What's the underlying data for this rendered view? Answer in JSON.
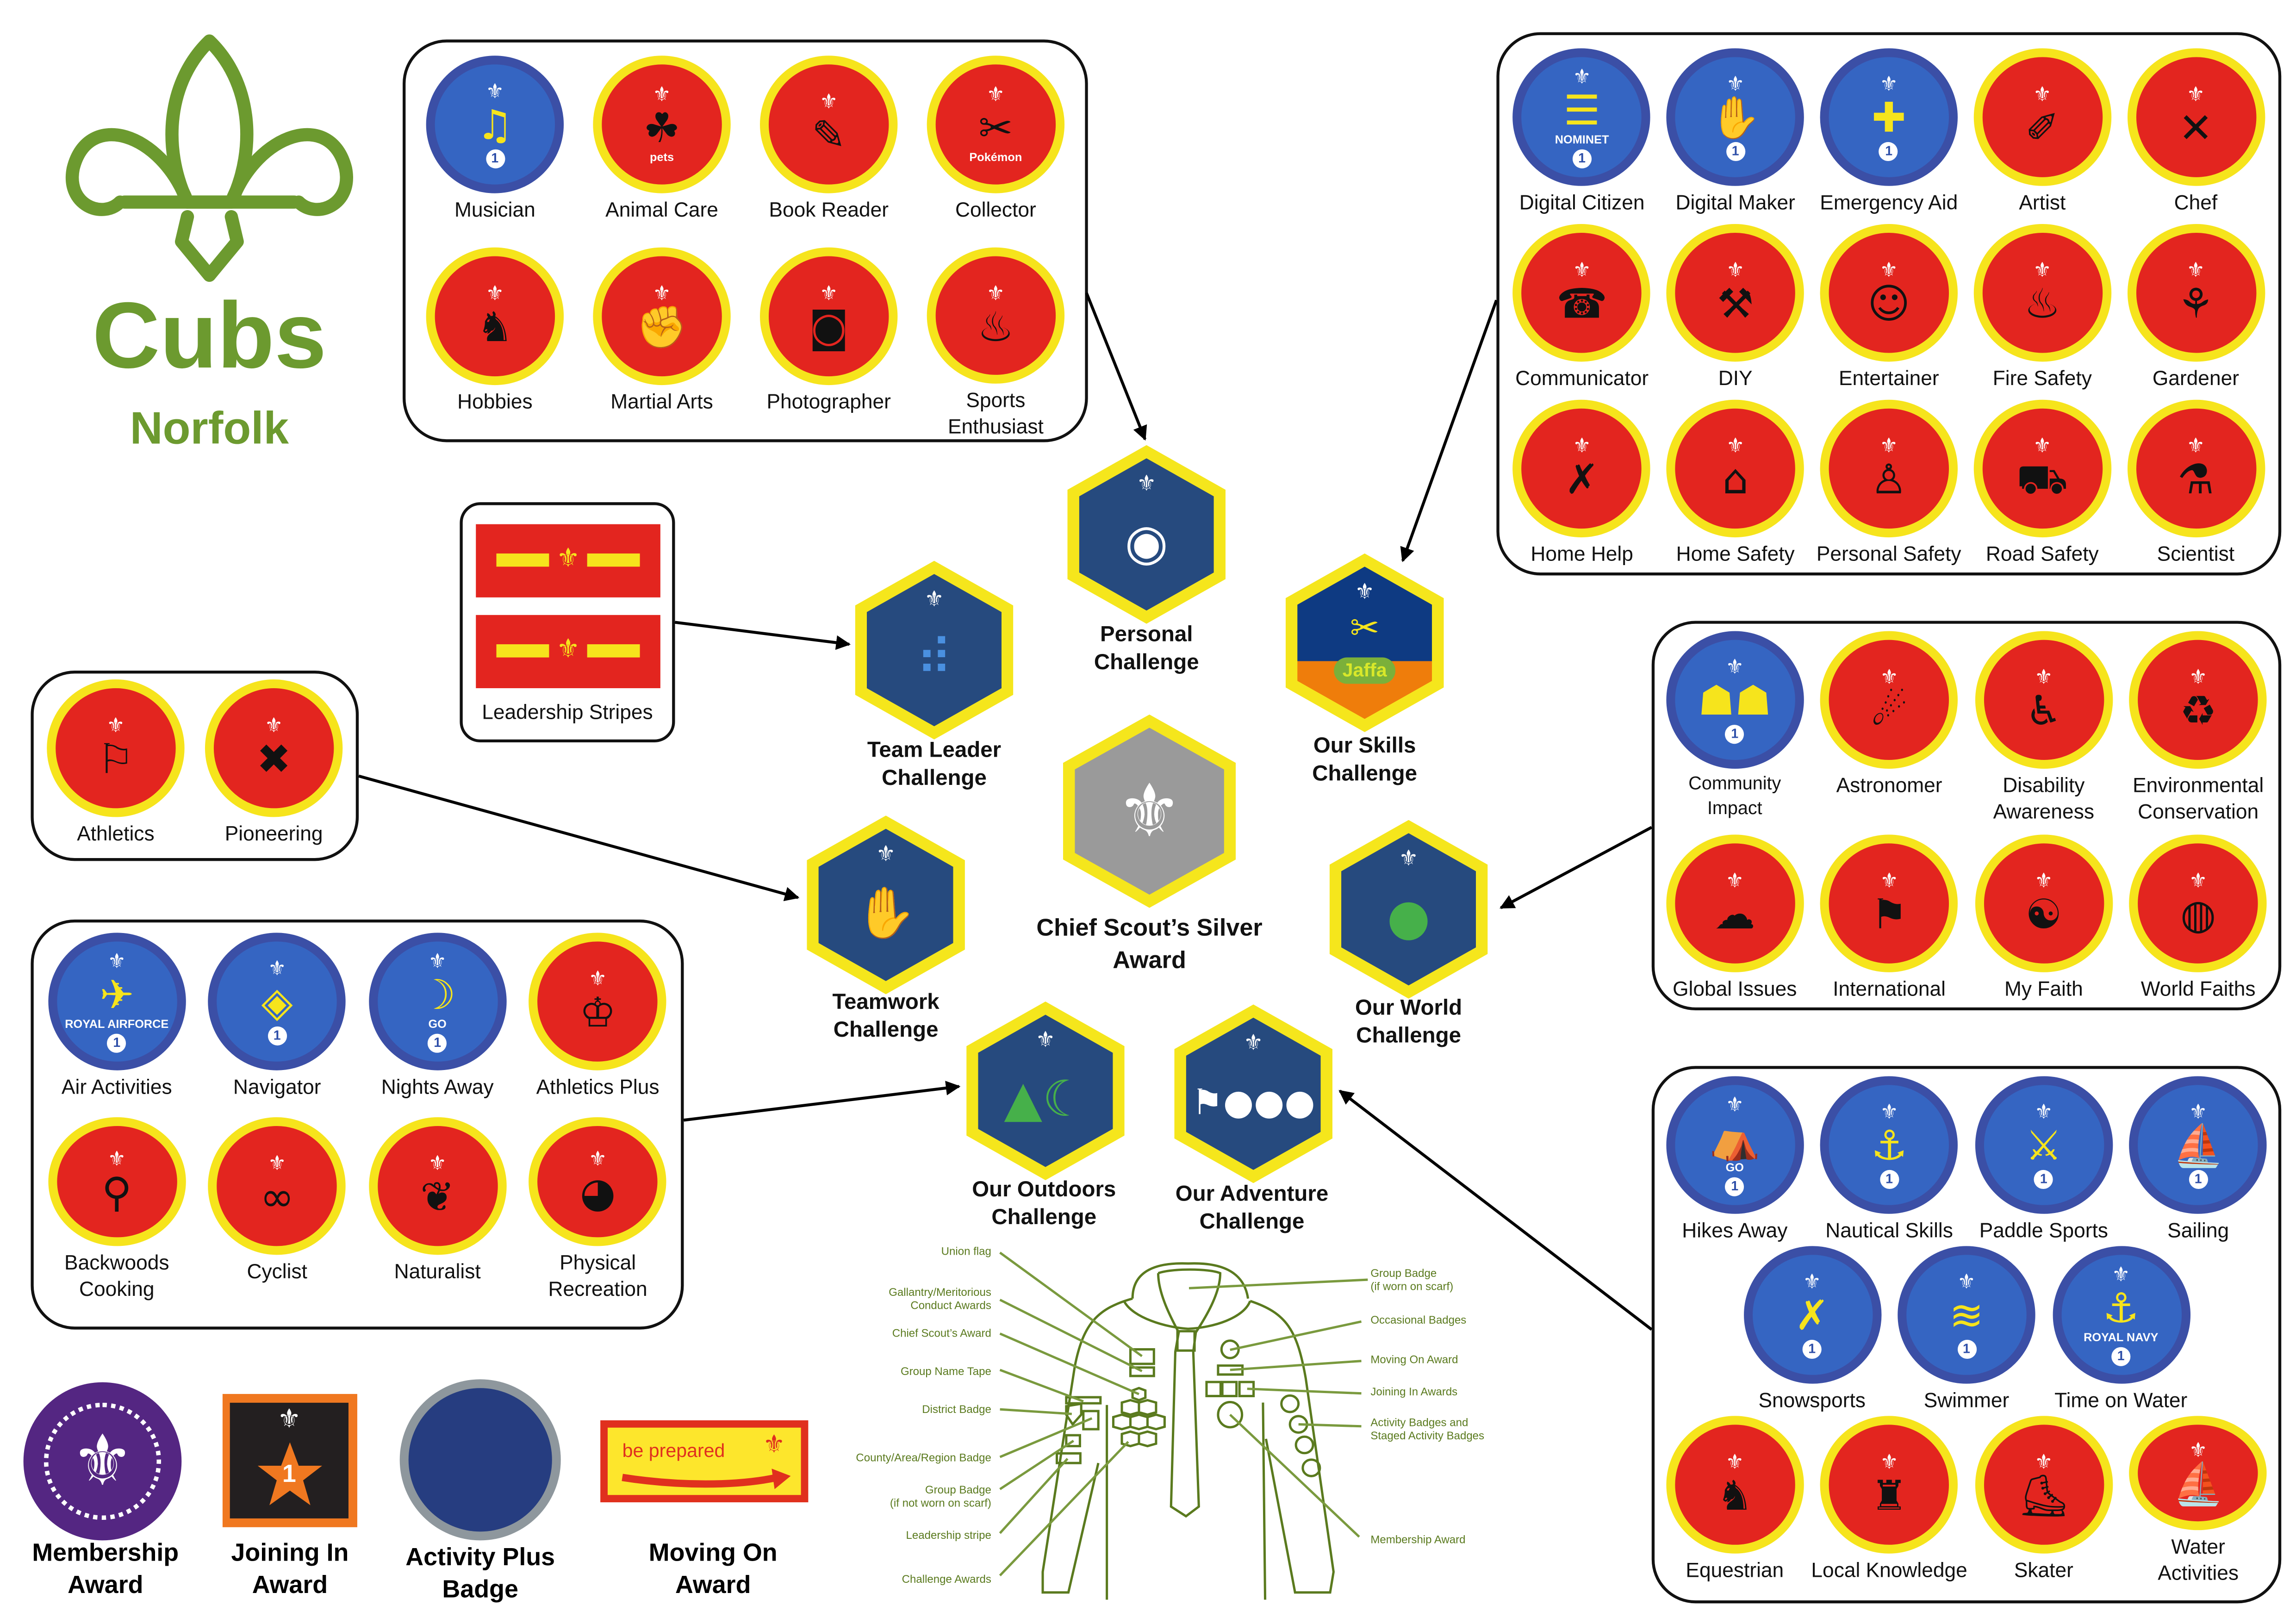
{
  "logo": {
    "title": "Cubs",
    "subtitle": "Norfolk"
  },
  "colors": {
    "brand_green": "#6c9a2f",
    "activity_red": "#e3251f",
    "ring_yellow": "#f6e41c",
    "staged_blue": "#3565c2",
    "hex_navy": "#264a7e"
  },
  "groups": {
    "top": {
      "badges": [
        {
          "label": "Musician",
          "icon": "music-icon",
          "kind": "staged",
          "stage": "1"
        },
        {
          "label": "Animal Care",
          "icon": "paw-icon",
          "logo": "pets"
        },
        {
          "label": "Book Reader",
          "icon": "book-icon"
        },
        {
          "label": "Collector",
          "icon": "scissors-icon",
          "logo": "Pokémon"
        },
        {
          "label": "Hobbies",
          "icon": "horse-icon"
        },
        {
          "label": "Martial Arts",
          "icon": "fist-icon"
        },
        {
          "label": "Photographer",
          "icon": "camera-icon"
        },
        {
          "label": "Sports\nEnthusiast",
          "icon": "torch-icon"
        }
      ]
    },
    "top_right": {
      "badges": [
        {
          "label": "Digital Citizen",
          "icon": "wifi-icon",
          "kind": "staged",
          "stage": "1",
          "logo": "NOMINET"
        },
        {
          "label": "Digital Maker",
          "icon": "bulb-icon",
          "kind": "staged",
          "stage": "1"
        },
        {
          "label": "Emergency Aid",
          "icon": "first-aid-icon",
          "kind": "staged",
          "stage": "1"
        },
        {
          "label": "Artist",
          "icon": "brush-icon"
        },
        {
          "label": "Chef",
          "icon": "utensils-icon"
        },
        {
          "label": "Communicator",
          "icon": "phone-icon"
        },
        {
          "label": "DIY",
          "icon": "hammer-icon"
        },
        {
          "label": "Entertainer",
          "icon": "masks-icon"
        },
        {
          "label": "Fire Safety",
          "icon": "fire-icon"
        },
        {
          "label": "Gardener",
          "icon": "fork-icon"
        },
        {
          "label": "Home Help",
          "icon": "broom-icon"
        },
        {
          "label": "Home Safety",
          "icon": "house-icon"
        },
        {
          "label": "Personal Safety",
          "icon": "person-icon"
        },
        {
          "label": "Road Safety",
          "icon": "car-icon"
        },
        {
          "label": "Scientist",
          "icon": "flask-icon"
        }
      ]
    },
    "athletics": {
      "badges": [
        {
          "label": "Athletics",
          "icon": "runner-icon"
        },
        {
          "label": "Pioneering",
          "icon": "knot-icon"
        }
      ]
    },
    "lower_left": {
      "badges": [
        {
          "label": "Air Activities",
          "icon": "plane-icon",
          "kind": "staged",
          "stage": "1",
          "logo": "ROYAL AIRFORCE"
        },
        {
          "label": "Navigator",
          "icon": "compass-icon",
          "kind": "staged",
          "stage": "1"
        },
        {
          "label": "Nights Away",
          "icon": "lantern-icon",
          "kind": "staged",
          "stage": "1",
          "logo": "GO"
        },
        {
          "label": "Athletics Plus",
          "icon": "trophy-icon"
        },
        {
          "label": "Backwoods\nCooking",
          "icon": "skewer-icon"
        },
        {
          "label": "Cyclist",
          "icon": "bike-icon"
        },
        {
          "label": "Naturalist",
          "icon": "leaf-icon"
        },
        {
          "label": "Physical\nRecreation",
          "icon": "whistle-icon"
        }
      ]
    },
    "right_mid": {
      "badges": [
        {
          "label": "Community\nImpact",
          "icon": "people-icon",
          "kind": "staged",
          "stage": "1",
          "small": true
        },
        {
          "label": "Astronomer",
          "icon": "telescope-icon"
        },
        {
          "label": "Disability\nAwareness",
          "icon": "wheelchair-icon"
        },
        {
          "label": "Environmental\nConservation",
          "icon": "recycle-icon"
        },
        {
          "label": "Global Issues",
          "icon": "globe-chat-icon"
        },
        {
          "label": "International",
          "icon": "flags-icon"
        },
        {
          "label": "My Faith",
          "icon": "faith-icon"
        },
        {
          "label": "World Faiths",
          "icon": "world-icon"
        }
      ]
    },
    "right_bottom": {
      "badges": [
        {
          "label": "Hikes Away",
          "icon": "backpack-icon",
          "kind": "staged",
          "stage": "1",
          "logo": "GO"
        },
        {
          "label": "Nautical Skills",
          "icon": "anchor-icon",
          "kind": "staged",
          "stage": "1"
        },
        {
          "label": "Paddle Sports",
          "icon": "kayak-icon",
          "kind": "staged",
          "stage": "1"
        },
        {
          "label": "Sailing",
          "icon": "sailboat-icon",
          "kind": "staged",
          "stage": "1"
        },
        {
          "label": "Snowsports",
          "icon": "skis-icon",
          "kind": "staged",
          "stage": "1"
        },
        {
          "label": "Swimmer",
          "icon": "waves-icon",
          "kind": "staged",
          "stage": "1"
        },
        {
          "label": "Time on Water",
          "icon": "boat-icon",
          "kind": "staged",
          "stage": "1",
          "logo": "ROYAL NAVY"
        },
        {
          "label": "Equestrian",
          "icon": "horse-icon"
        },
        {
          "label": "Local Knowledge",
          "icon": "castle-icon"
        },
        {
          "label": "Skater",
          "icon": "skate-icon"
        },
        {
          "label": "Water\nActivities",
          "icon": "sail-icon"
        }
      ]
    }
  },
  "leadership": {
    "label": "Leadership Stripes"
  },
  "challenges": {
    "personal": "Personal\nChallenge",
    "team_leader": "Team Leader\nChallenge",
    "our_skills": "Our Skills\nChallenge",
    "our_skills_logo": "Jaffa",
    "chief_scout": "Chief Scout’s Silver\nAward",
    "teamwork": "Teamwork\nChallenge",
    "our_world": "Our World\nChallenge",
    "outdoors": "Our Outdoors\nChallenge",
    "adventure": "Our Adventure\nChallenge"
  },
  "awards": {
    "membership": "Membership\nAward",
    "joining_in": "Joining In\nAward",
    "joining_in_number": "1",
    "activity_plus": "Activity Plus\nBadge",
    "moving_on": "Moving On\nAward",
    "moving_on_text": "be prepared"
  },
  "uniform": {
    "left": [
      "Union flag",
      "Gallantry/Meritorious\nConduct Awards",
      "Chief Scout’s Award",
      "Group Name Tape",
      "District Badge",
      "County/Area/Region Badge",
      "Group Badge\n(if not worn on scarf)",
      "Leadership stripe",
      "Challenge Awards"
    ],
    "right": [
      "Group Badge\n(if worn on scarf)",
      "Occasional Badges",
      "Moving On Award",
      "Joining In Awards",
      "Activity Badges and\nStaged Activity Badges",
      "Membership Award"
    ]
  }
}
